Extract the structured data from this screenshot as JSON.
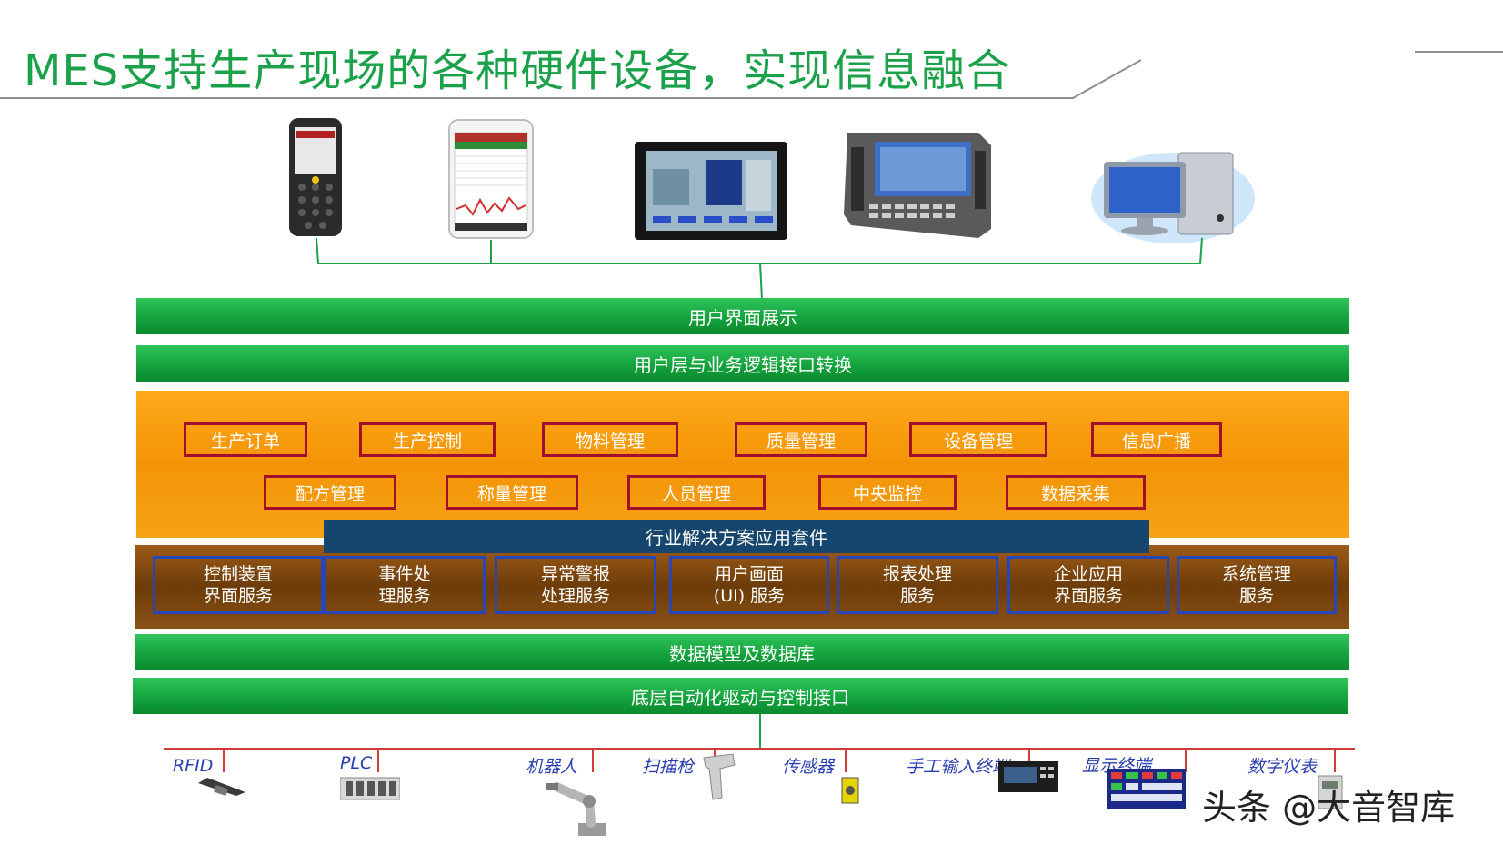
{
  "title": "MES支持生产现场的各种硬件设备，实现信息融合",
  "layers": {
    "ui_display": "用户界面展示",
    "user_logic": "用户层与业务逻辑接口转换",
    "suite": "行业解决方案应用套件",
    "data_model": "数据模型及数据库",
    "automation": "底层自动化驱动与控制接口"
  },
  "modules_row1": [
    "生产订单",
    "生产控制",
    "物料管理",
    "质量管理",
    "设备管理",
    "信息广播"
  ],
  "modules_row2": [
    "配方管理",
    "称量管理",
    "人员管理",
    "中央监控",
    "数据采集"
  ],
  "services": [
    "控制装置\n界面服务",
    "事件处\n理服务",
    "异常警报\n处理服务",
    "用户画面\n(UI) 服务",
    "报表处理\n服务",
    "企业应用\n界面服务",
    "系统管理\n服务"
  ],
  "field_devices": [
    "RFID",
    "PLC",
    "机器人",
    "扫描枪",
    "传感器",
    "手工输入终端",
    "显示终端",
    "数字仪表"
  ],
  "top_devices": [
    "handheld-terminal-icon",
    "smartphone-icon",
    "tablet-icon",
    "vehicle-terminal-icon",
    "desktop-pc-icon"
  ],
  "watermark": "头条 @大音智库",
  "colors": {
    "green": "#1aa14a",
    "orange": "#f39406",
    "brown": "#6d3c09",
    "navy": "#16466e",
    "module_border": "#a0102e",
    "service_border": "#2646b9"
  }
}
